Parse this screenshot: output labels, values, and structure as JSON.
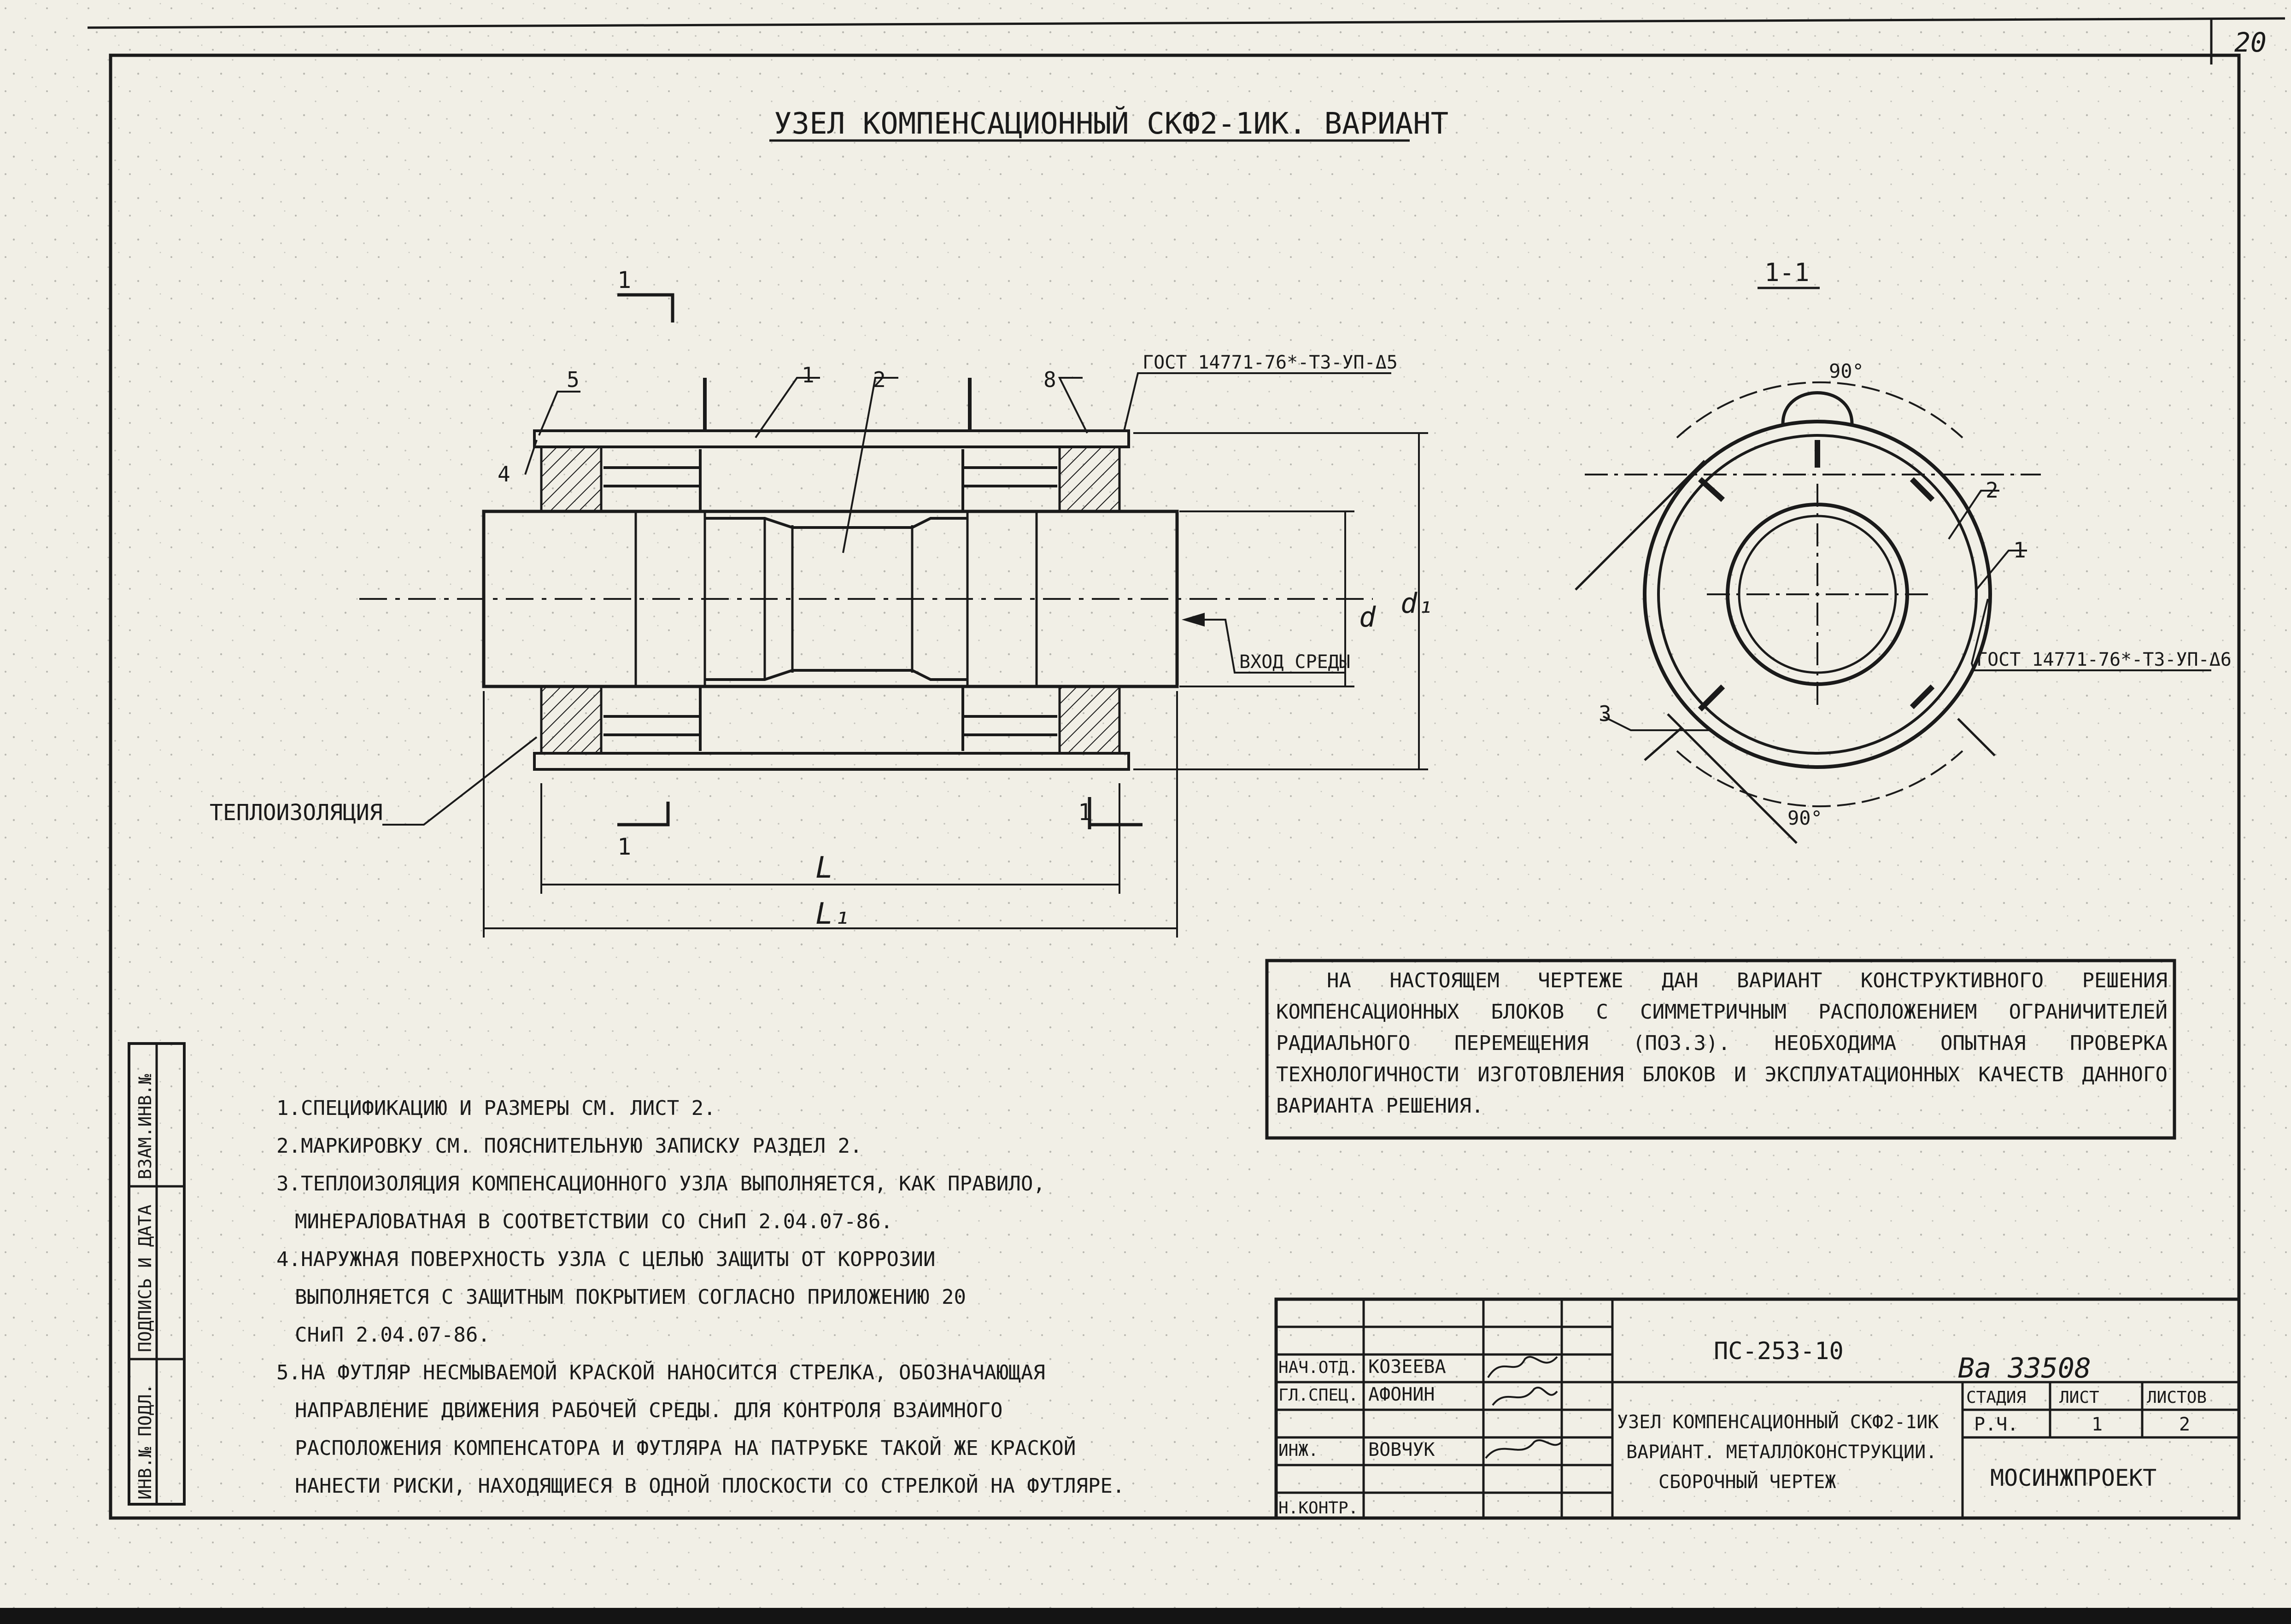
{
  "sheet_number": "20",
  "title": "УЗЕЛ КОМПЕНСАЦИОННЫЙ СКФ2-1ИК. ВАРИАНТ",
  "section_marks": {
    "left_top": "1",
    "left_bottom": "1",
    "right_bottom": "1",
    "view_label": "1-1"
  },
  "callouts": {
    "pos5": "5",
    "pos4": "4",
    "pos1": "1",
    "pos2": "2",
    "pos8": "8",
    "weld_top": "ГОСТ 14771-76*-Т3-УП-Δ5",
    "flow": "ВХОД СРЕДЫ",
    "insulation": "ТЕПЛОИЗОЛЯЦИЯ",
    "dim_d": "d",
    "dim_d1": "d₁",
    "dim_L": "L",
    "dim_L1": "L₁"
  },
  "section_view": {
    "angle_top": "90°",
    "angle_bottom": "90°",
    "pos2": "2",
    "pos1": "1",
    "pos3": "3",
    "weld": "ГОСТ 14771-76*-Т3-УП-Δ6"
  },
  "note_box": "НА НАСТОЯЩЕМ ЧЕРТЕЖЕ ДАН ВАРИАНТ КОНСТРУКТИВНОГО РЕШЕНИЯ КОМПЕНСАЦИОННЫХ БЛОКОВ С СИММЕТРИЧНЫМ РАСПОЛОЖЕНИЕМ ОГРАНИЧИТЕЛЕЙ РАДИАЛЬНОГО ПЕРЕМЕЩЕНИЯ (ПОЗ.3). НЕОБХОДИМА ОПЫТНАЯ ПРОВЕРКА ТЕХНОЛОГИЧНОСТИ ИЗГОТОВЛЕНИЯ БЛОКОВ И ЭКСПЛУАТАЦИОННЫХ КАЧЕСТВ ДАННОГО ВАРИАНТА РЕШЕНИЯ.",
  "notes": [
    "1.СПЕЦИФИКАЦИЮ И РАЗМЕРЫ СМ. ЛИСТ 2.",
    "2.МАРКИРОВКУ СМ. ПОЯСНИТЕЛЬНУЮ ЗАПИСКУ РАЗДЕЛ 2.",
    "3.ТЕПЛОИЗОЛЯЦИЯ КОМПЕНСАЦИОННОГО УЗЛА ВЫПОЛНЯЕТСЯ, КАК ПРАВИЛО,",
    "МИНЕРАЛОВАТНАЯ В СООТВЕТСТВИИ СО СНиП 2.04.07-86.",
    "4.НАРУЖНАЯ ПОВЕРХНОСТЬ УЗЛА С ЦЕЛЬЮ ЗАЩИТЫ ОТ КОРРОЗИИ",
    "ВЫПОЛНЯЕТСЯ С ЗАЩИТНЫМ ПОКРЫТИЕМ СОГЛАСНО ПРИЛОЖЕНИЮ 20",
    "СНиП 2.04.07-86.",
    "5.НА ФУТЛЯР НЕСМЫВАЕМОЙ КРАСКОЙ НАНОСИТСЯ СТРЕЛКА, ОБОЗНАЧАЮЩАЯ",
    "НАПРАВЛЕНИЕ ДВИЖЕНИЯ РАБОЧЕЙ СРЕДЫ. ДЛЯ КОНТРОЛЯ ВЗАИМНОГО",
    "РАСПОЛОЖЕНИЯ КОМПЕНСАТОРА И ФУТЛЯРА НА ПАТРУБКЕ ТАКОЙ ЖЕ КРАСКОЙ",
    "НАНЕСТИ РИСКИ, НАХОДЯЩИЕСЯ В ОДНОЙ ПЛОСКОСТИ СО СТРЕЛКОЙ НА ФУТЛЯРЕ."
  ],
  "side_stamp": [
    "ИНВ.№ ПОДЛ.",
    "ПОДПИСЬ И ДАТА",
    "ВЗАМ.ИНВ.№"
  ],
  "title_block": {
    "doc_code": "ПС-253-10",
    "archive_no": "Ва 33508",
    "rows": [
      {
        "role": "НАЧ.ОТД.",
        "name": "КОЗЕЕВА"
      },
      {
        "role": "ГЛ.СПЕЦ.",
        "name": "АФОНИН"
      },
      {
        "role": "",
        "name": ""
      },
      {
        "role": "ИНЖ.",
        "name": "ВОВЧУК"
      },
      {
        "role": "",
        "name": ""
      },
      {
        "role": "Н.КОНТР.",
        "name": ""
      }
    ],
    "description": [
      "УЗЕЛ КОМПЕНСАЦИОННЫЙ СКФ2-1ИК",
      "ВАРИАНТ. МЕТАЛЛОКОНСТРУКЦИИ.",
      "СБОРОЧНЫЙ ЧЕРТЕЖ"
    ],
    "stage_label": "СТАДИЯ",
    "sheet_label": "ЛИСТ",
    "sheets_label": "ЛИСТОВ",
    "stage": "Р.Ч.",
    "sheet": "1",
    "sheets": "2",
    "org": "МОСИНЖПРОЕКТ"
  }
}
